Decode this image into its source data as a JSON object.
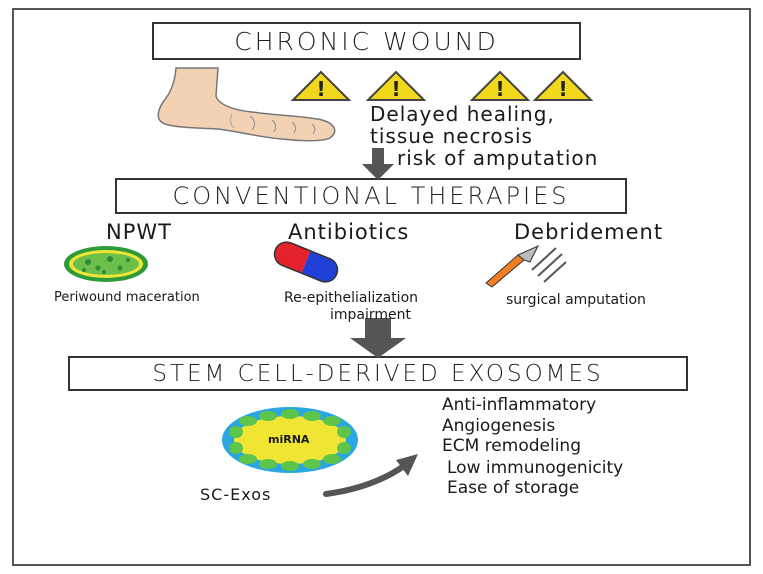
{
  "chronic": {
    "title": "CHRONIC WOUND",
    "text_line1": "Delayed healing,",
    "text_line2": "tissue necrosis",
    "text_line3": "risk of amputation"
  },
  "conventional": {
    "title": "CONVENTIONAL THERAPIES",
    "items": [
      {
        "heading": "NPWT",
        "caption": "Periwound maceration"
      },
      {
        "heading": "Antibiotics",
        "caption_line1": "Re-epithelialization",
        "caption_line2": "impairment"
      },
      {
        "heading": "Debridement",
        "caption": "surgical amputation"
      }
    ]
  },
  "exosomes": {
    "title": "STEM CELL-DERIVED EXOSOMES",
    "mirna_label": "miRNA",
    "sc_label": "SC-Exos",
    "benefits": [
      "Anti-inflammatory",
      "Angiogenesis",
      "ECM remodeling",
      "Low immunogenicity",
      "Ease of storage"
    ]
  },
  "colors": {
    "warning_yellow": "#f2d81c",
    "exosome_blue": "#2aa7e0",
    "exosome_green": "#5cc54a",
    "mirna_yellow": "#f1e534",
    "pill_red": "#e4222b",
    "pill_blue": "#1f3fd6",
    "scalpel_orange": "#ef7f22",
    "arrow_grey": "#555555",
    "skin": "#f2d2b2"
  },
  "icons": [
    "foot-icon",
    "warning-icon",
    "down-arrow-icon",
    "npwt-disc-icon",
    "capsule-icon",
    "scalpel-icon",
    "exosome-icon",
    "curved-arrow-icon"
  ]
}
